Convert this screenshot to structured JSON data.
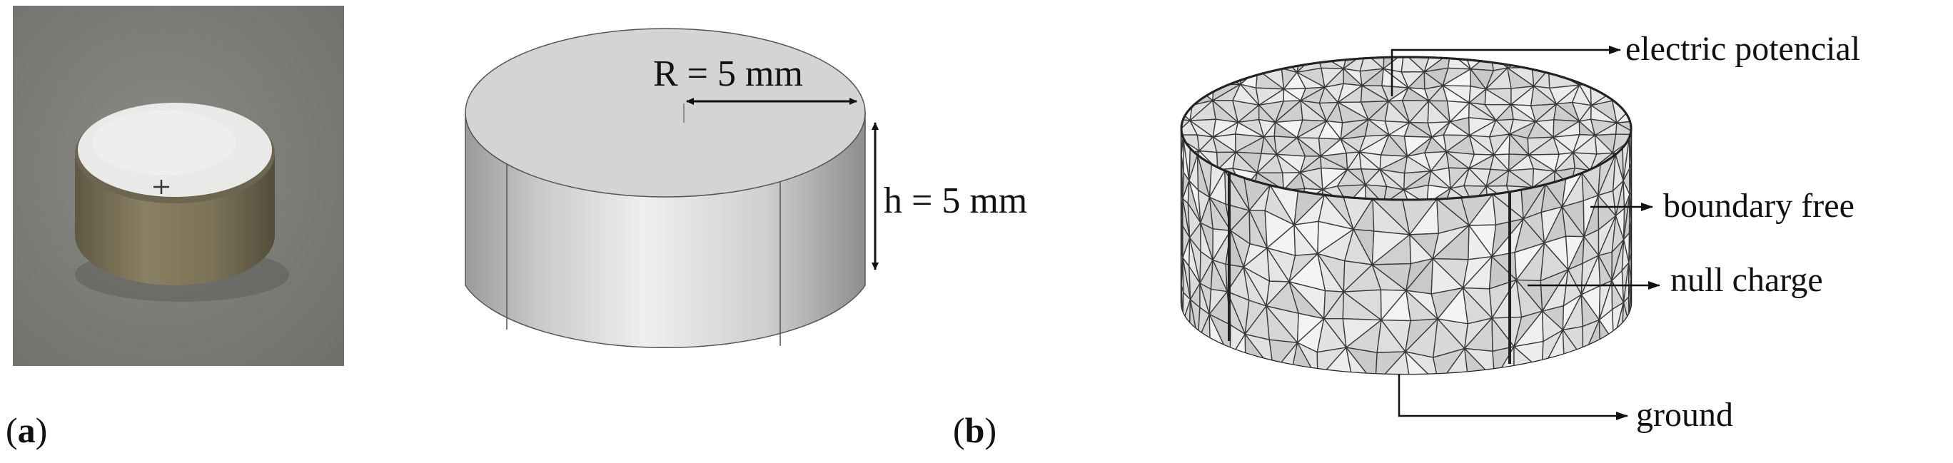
{
  "panels": {
    "a": {
      "label_open": "(",
      "label_letter": "a",
      "label_close": ")"
    },
    "b": {
      "label_open": "(",
      "label_letter": "b",
      "label_close": ")"
    }
  },
  "dimensions": {
    "radius_label": "R = 5 mm",
    "height_label": "h = 5 mm"
  },
  "boundary_conditions": {
    "top": "electric potencial",
    "side": "boundary free",
    "inner": "null charge",
    "bottom": "ground"
  },
  "colors": {
    "photo_background": "#7f7f7c",
    "ceramic_body": "#7d7358",
    "electrode_face": "#e9e9e7",
    "model_face": "#d4d4d4",
    "mesh_line": "#3a3a3a"
  }
}
